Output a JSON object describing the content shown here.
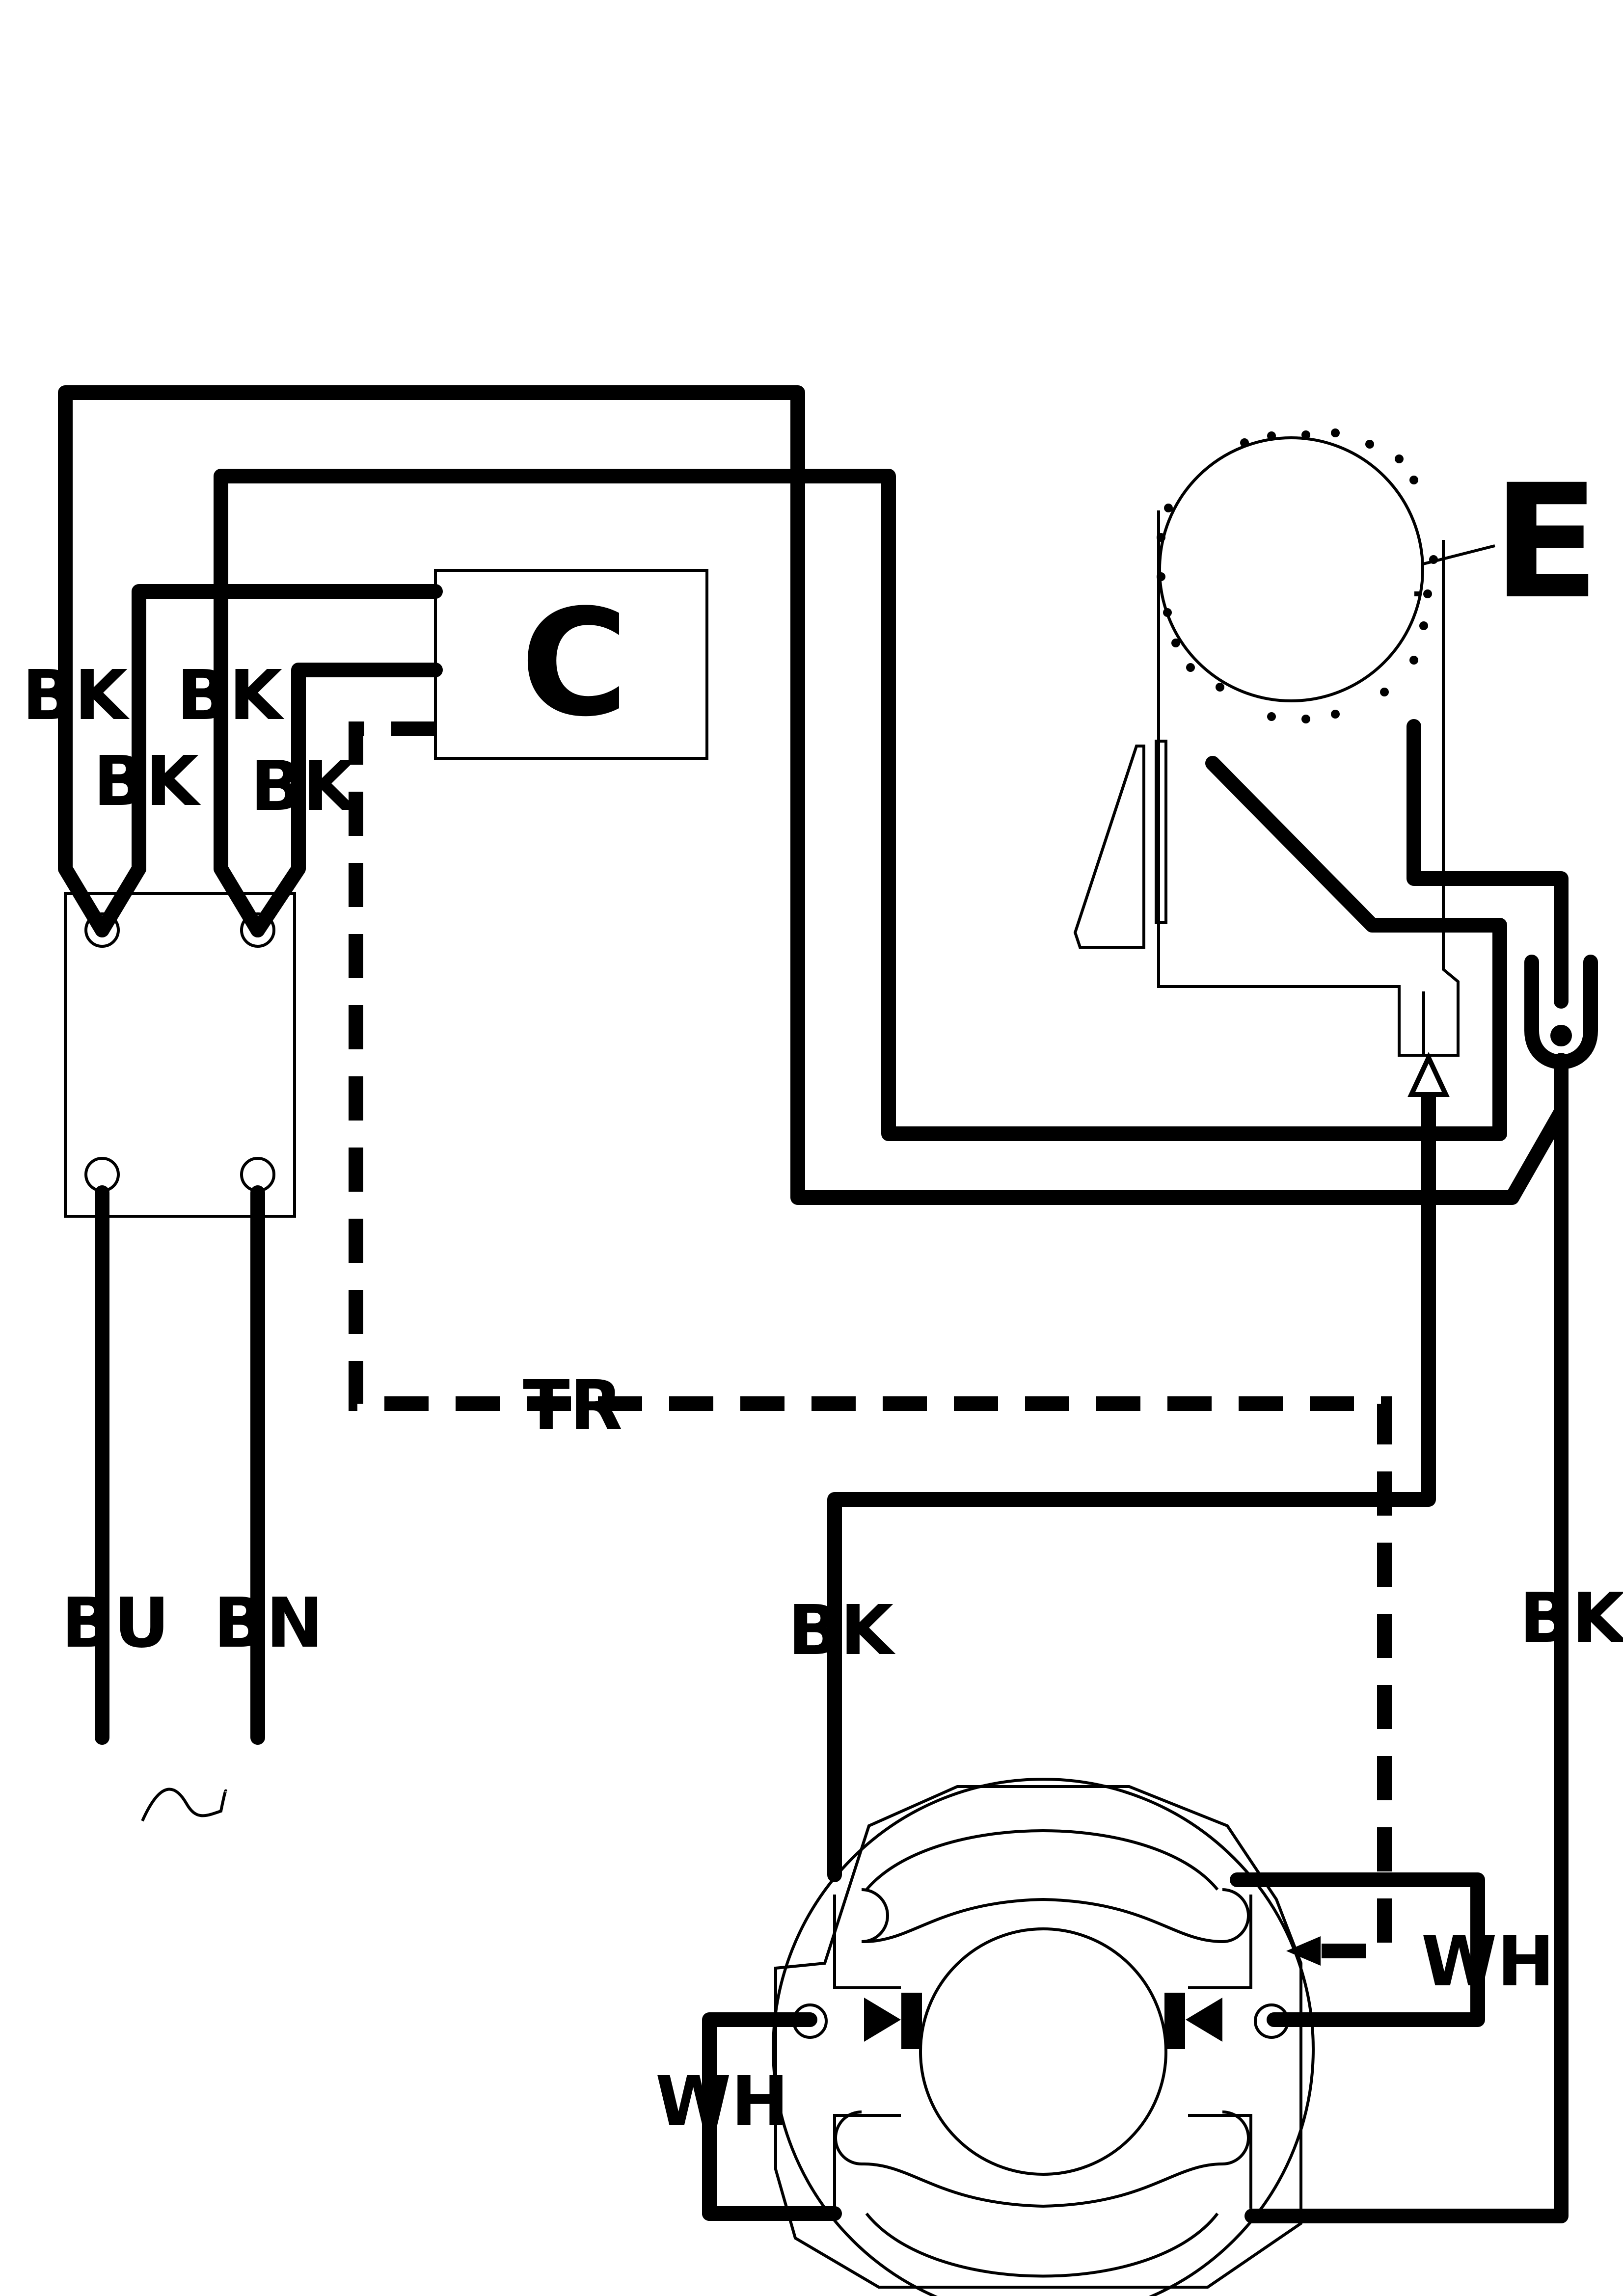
{
  "diagram": {
    "wire_labels": {
      "bk_1": "BK",
      "bk_2": "BK",
      "bk_3": "BK",
      "bk_4": "BK",
      "bk_lower": "BK",
      "bk_right": "BK",
      "tr": "TR",
      "bu": "BU",
      "bn": "BN",
      "wh_right": "WH",
      "wh_left": "WH"
    },
    "components": {
      "capacitor": "C",
      "element": "E"
    },
    "colors": {
      "line": "#000000",
      "background": "#ffffff"
    }
  }
}
